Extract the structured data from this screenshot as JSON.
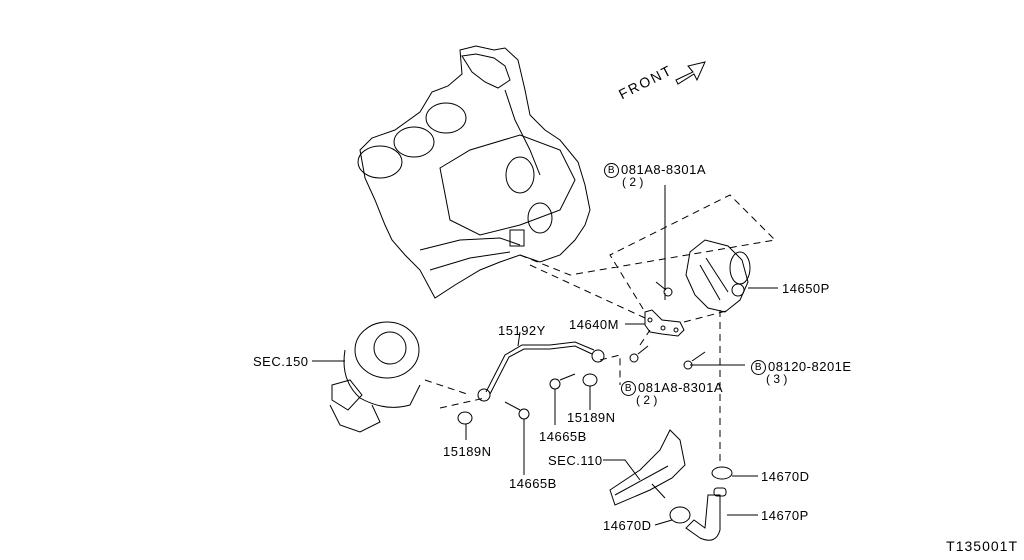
{
  "diagram": {
    "direction_label": "FRONT",
    "diagram_code": "T135001T",
    "colors": {
      "line": "#000000",
      "background": "#ffffff"
    },
    "callouts": [
      {
        "id": "bolt-top",
        "prefix_symbol": "B",
        "part_no": "081A8-8301A",
        "qty": "( 2 )"
      },
      {
        "id": "bolt-right",
        "prefix_symbol": "B",
        "part_no": "08120-8201E",
        "qty": "( 3 )"
      },
      {
        "id": "bolt-bottom",
        "prefix_symbol": "B",
        "part_no": "081A8-8301A",
        "qty": "( 2 )"
      },
      {
        "id": "vacuum-pump",
        "part_no": "14650P"
      },
      {
        "id": "bracket",
        "part_no": "14640M"
      },
      {
        "id": "oil-tube",
        "part_no": "15192Y"
      },
      {
        "id": "section-turbo",
        "part_no": "SEC.150"
      },
      {
        "id": "clamp-left",
        "part_no": "15189N"
      },
      {
        "id": "clamp-mid",
        "part_no": "15189N"
      },
      {
        "id": "bolt-eye-mid",
        "part_no": "14665B"
      },
      {
        "id": "bolt-eye-low",
        "part_no": "14665B"
      },
      {
        "id": "section-body",
        "part_no": "SEC.110"
      },
      {
        "id": "hose-clamp-upper",
        "part_no": "14670D"
      },
      {
        "id": "hose-clamp-lower",
        "part_no": "14670D"
      },
      {
        "id": "hose",
        "part_no": "14670P"
      }
    ]
  }
}
